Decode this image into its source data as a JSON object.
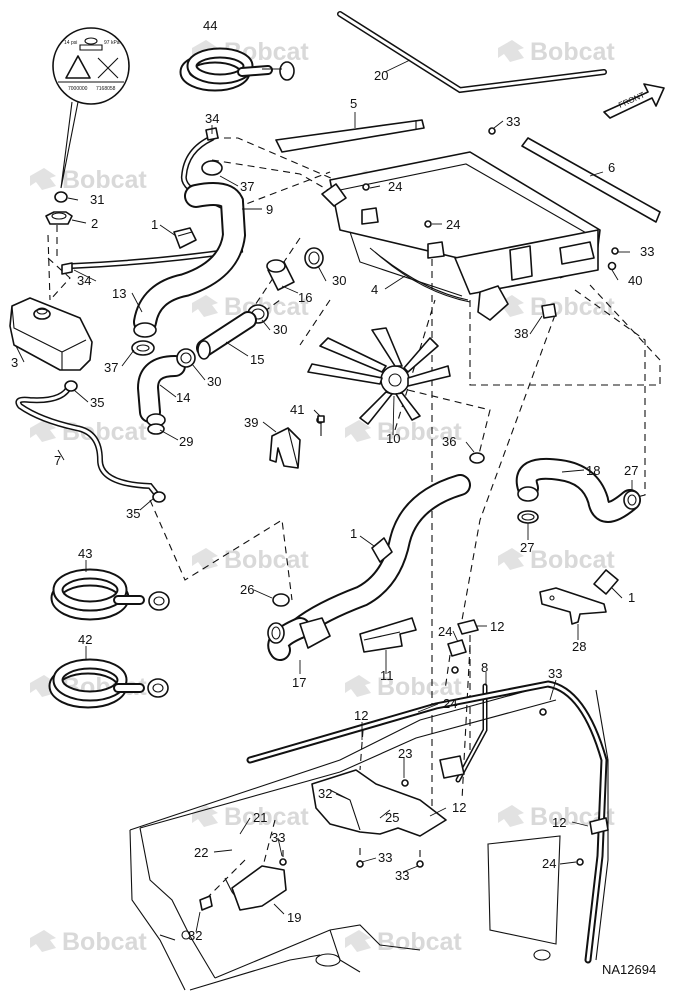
{
  "diagram": {
    "drawing_code": "NA12694",
    "front_label": "FRONT",
    "watermark": "Bobcat",
    "cap_decal": [
      "14 psi",
      "97 kPa",
      "7000000",
      "7168058"
    ],
    "callouts": [
      {
        "id": "c44",
        "label": "44"
      },
      {
        "id": "c20",
        "label": "20"
      },
      {
        "id": "c5",
        "label": "5"
      },
      {
        "id": "c34a",
        "label": "34"
      },
      {
        "id": "c33a",
        "label": "33"
      },
      {
        "id": "c6",
        "label": "6"
      },
      {
        "id": "c37a",
        "label": "37"
      },
      {
        "id": "c24a",
        "label": "24"
      },
      {
        "id": "c31",
        "label": "31"
      },
      {
        "id": "c9",
        "label": "9"
      },
      {
        "id": "c2",
        "label": "2"
      },
      {
        "id": "c1a",
        "label": "1"
      },
      {
        "id": "c24b",
        "label": "24"
      },
      {
        "id": "c33b",
        "label": "33"
      },
      {
        "id": "c34b",
        "label": "34"
      },
      {
        "id": "c30a",
        "label": "30"
      },
      {
        "id": "c40",
        "label": "40"
      },
      {
        "id": "c13",
        "label": "13"
      },
      {
        "id": "c16",
        "label": "16"
      },
      {
        "id": "c4",
        "label": "4"
      },
      {
        "id": "c30b",
        "label": "30"
      },
      {
        "id": "c38",
        "label": "38"
      },
      {
        "id": "c3",
        "label": "3"
      },
      {
        "id": "c37b",
        "label": "37"
      },
      {
        "id": "c15",
        "label": "15"
      },
      {
        "id": "c30c",
        "label": "30"
      },
      {
        "id": "c35a",
        "label": "35"
      },
      {
        "id": "c14",
        "label": "14"
      },
      {
        "id": "c41",
        "label": "41"
      },
      {
        "id": "c39",
        "label": "39"
      },
      {
        "id": "c10",
        "label": "10"
      },
      {
        "id": "c29",
        "label": "29"
      },
      {
        "id": "c36",
        "label": "36"
      },
      {
        "id": "c7",
        "label": "7"
      },
      {
        "id": "c18",
        "label": "18"
      },
      {
        "id": "c27a",
        "label": "27"
      },
      {
        "id": "c35b",
        "label": "35"
      },
      {
        "id": "c1b",
        "label": "1"
      },
      {
        "id": "c27b",
        "label": "27"
      },
      {
        "id": "c43",
        "label": "43"
      },
      {
        "id": "c1c",
        "label": "1"
      },
      {
        "id": "c26",
        "label": "26"
      },
      {
        "id": "c28",
        "label": "28"
      },
      {
        "id": "c24c",
        "label": "24"
      },
      {
        "id": "c12a",
        "label": "12"
      },
      {
        "id": "c42",
        "label": "42"
      },
      {
        "id": "c8",
        "label": "8"
      },
      {
        "id": "c33c",
        "label": "33"
      },
      {
        "id": "c17",
        "label": "17"
      },
      {
        "id": "c11",
        "label": "11"
      },
      {
        "id": "c12b",
        "label": "12"
      },
      {
        "id": "c24d",
        "label": "24"
      },
      {
        "id": "c23",
        "label": "23"
      },
      {
        "id": "c32a",
        "label": "32"
      },
      {
        "id": "c12c",
        "label": "12"
      },
      {
        "id": "c21",
        "label": "21"
      },
      {
        "id": "c25",
        "label": "25"
      },
      {
        "id": "c12d",
        "label": "12"
      },
      {
        "id": "c33d",
        "label": "33"
      },
      {
        "id": "c22",
        "label": "22"
      },
      {
        "id": "c33e",
        "label": "33"
      },
      {
        "id": "c24e",
        "label": "24"
      },
      {
        "id": "c33f",
        "label": "33"
      },
      {
        "id": "c19",
        "label": "19"
      },
      {
        "id": "c32b",
        "label": "32"
      }
    ]
  }
}
